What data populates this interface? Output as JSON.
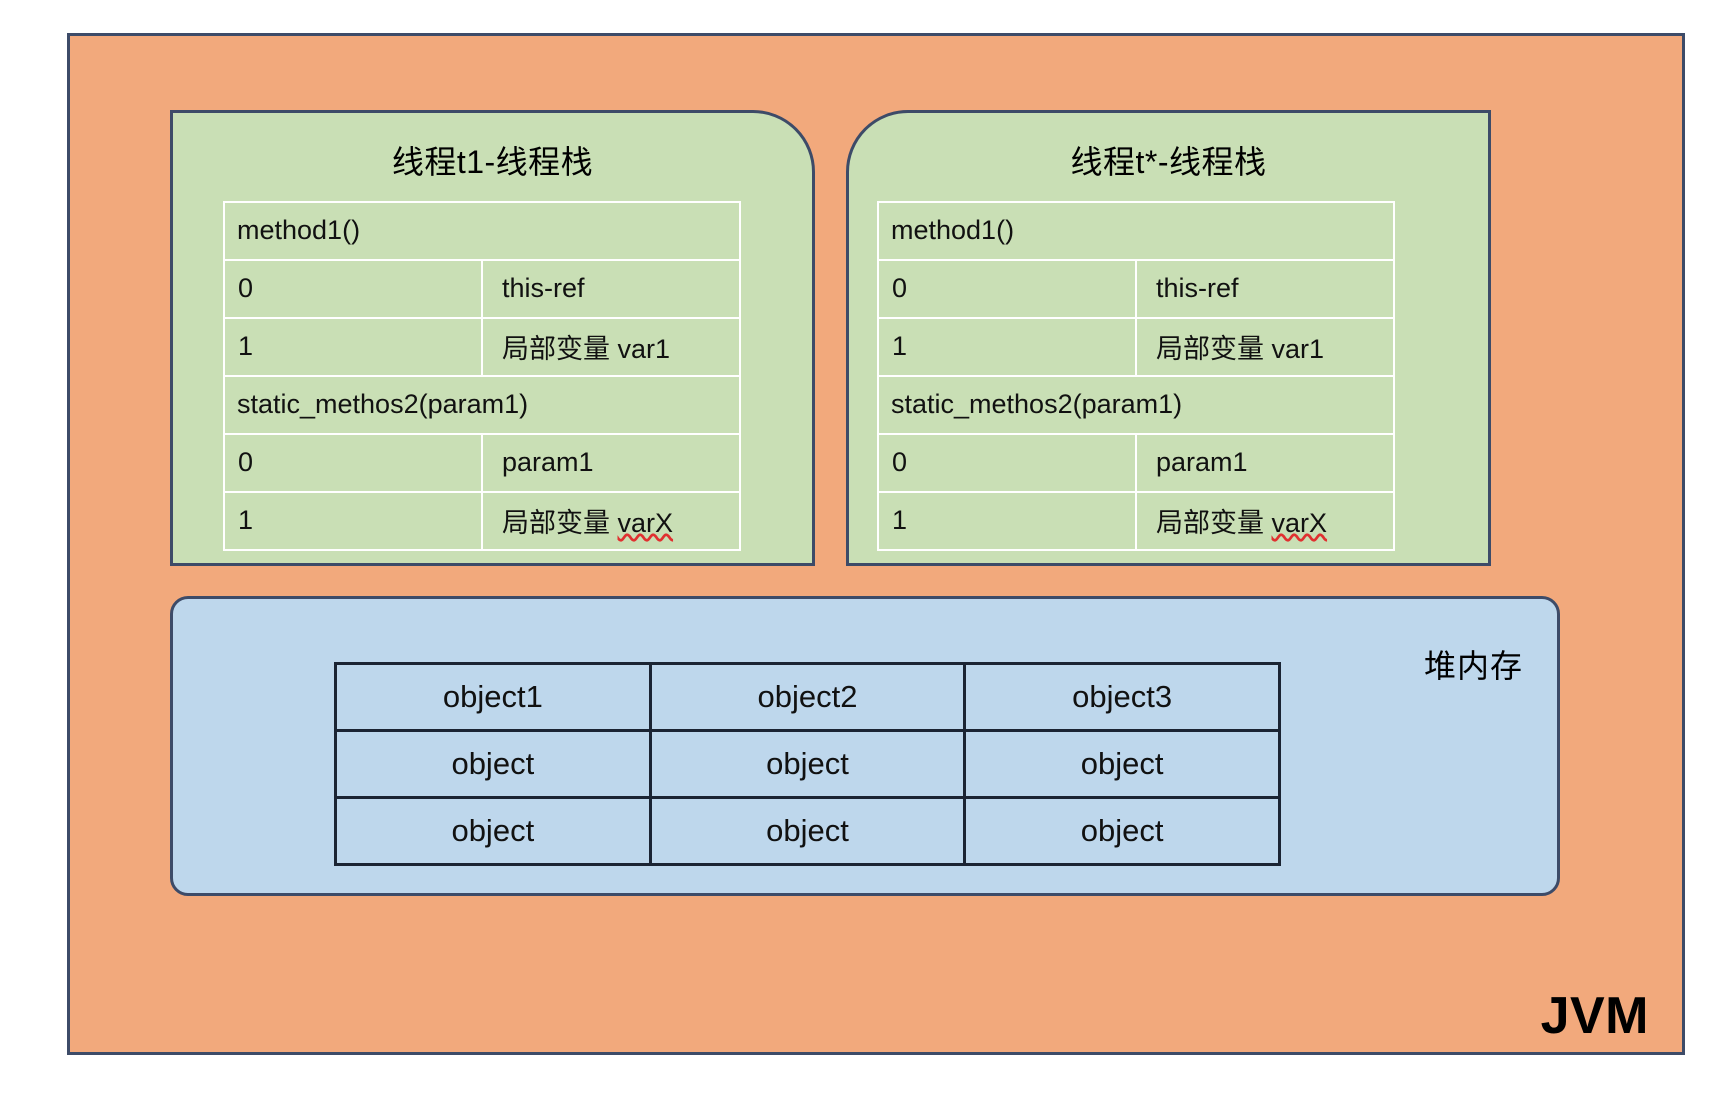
{
  "diagram": {
    "outer": {
      "label": "JVM",
      "color": "#F2A97C",
      "border_color": "#3D4B68"
    },
    "thread_stacks": [
      {
        "title": "线程t1-线程栈",
        "color": "#C9DFB5",
        "frames": [
          {
            "method": "method1()",
            "slots": [
              {
                "index": "0",
                "value": "this-ref",
                "misspelled": ""
              },
              {
                "index": "1",
                "value": "局部变量 var1",
                "misspelled": ""
              }
            ]
          },
          {
            "method": "static_methos2(param1)",
            "slots": [
              {
                "index": "0",
                "value": "param1",
                "misspelled": ""
              },
              {
                "index": "1",
                "value": "局部变量 ",
                "misspelled": "varX"
              }
            ]
          }
        ]
      },
      {
        "title": "线程t*-线程栈",
        "color": "#C9DFB5",
        "frames": [
          {
            "method": "method1()",
            "slots": [
              {
                "index": "0",
                "value": "this-ref",
                "misspelled": ""
              },
              {
                "index": "1",
                "value": "局部变量 var1",
                "misspelled": ""
              }
            ]
          },
          {
            "method": "static_methos2(param1)",
            "slots": [
              {
                "index": "0",
                "value": "param1",
                "misspelled": ""
              },
              {
                "index": "1",
                "value": "局部变量 ",
                "misspelled": "varX"
              }
            ]
          }
        ]
      }
    ],
    "heap": {
      "label": "堆内存",
      "color": "#BED7EC",
      "table": {
        "rows": [
          [
            "object1",
            "object2",
            "object3"
          ],
          [
            "object",
            "object",
            "object"
          ],
          [
            "object",
            "object",
            "object"
          ]
        ]
      }
    }
  }
}
